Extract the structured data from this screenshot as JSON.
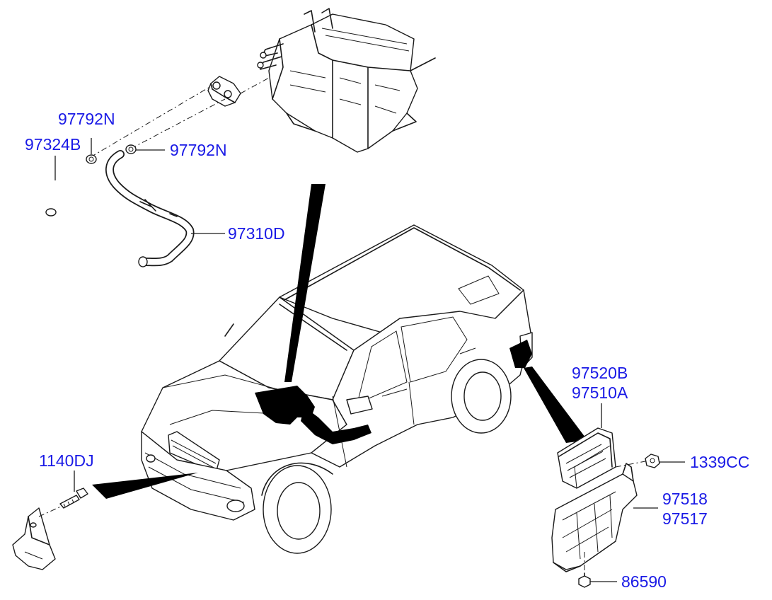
{
  "labels": {
    "p97792n_top": "97792N",
    "p97324b": "97324B",
    "p97792n_right": "97792N",
    "p97310d": "97310D",
    "p97520b": "97520B",
    "p97510a": "97510A",
    "p1339cc": "1339CC",
    "p97518": "97518",
    "p97517": "97517",
    "p86590": "86590",
    "p1140dj": "1140DJ"
  },
  "colors": {
    "label_blue": "#1a1ae6",
    "line": "#1a1a1a",
    "background": "#ffffff"
  }
}
